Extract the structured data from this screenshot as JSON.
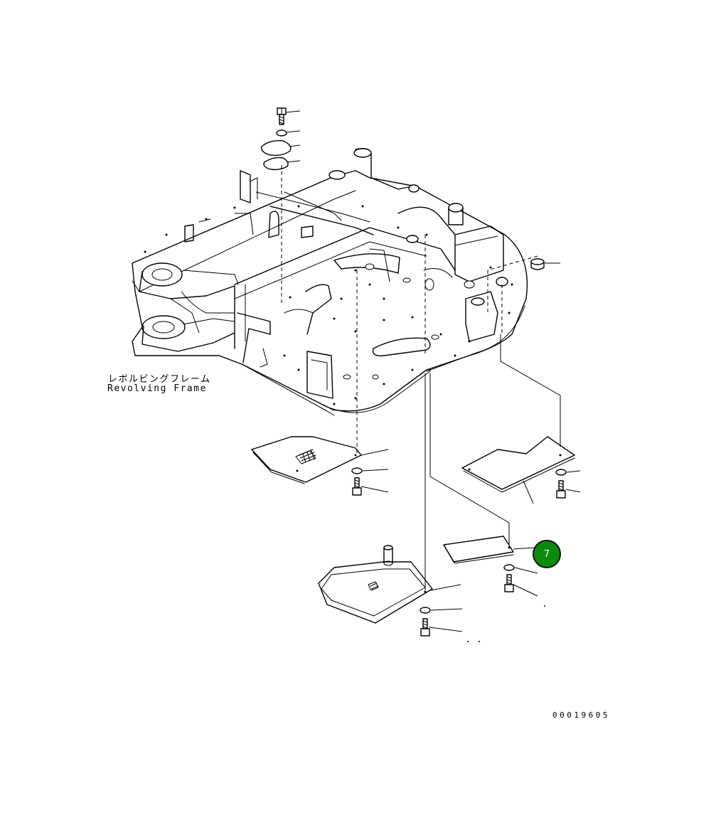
{
  "diagram": {
    "frame_label_jp": "レボルビングフレーム",
    "frame_label_en": "Revolving Frame",
    "drawing_number": "00019605",
    "callout": {
      "number": "7",
      "color": "#0a8a0a"
    }
  }
}
